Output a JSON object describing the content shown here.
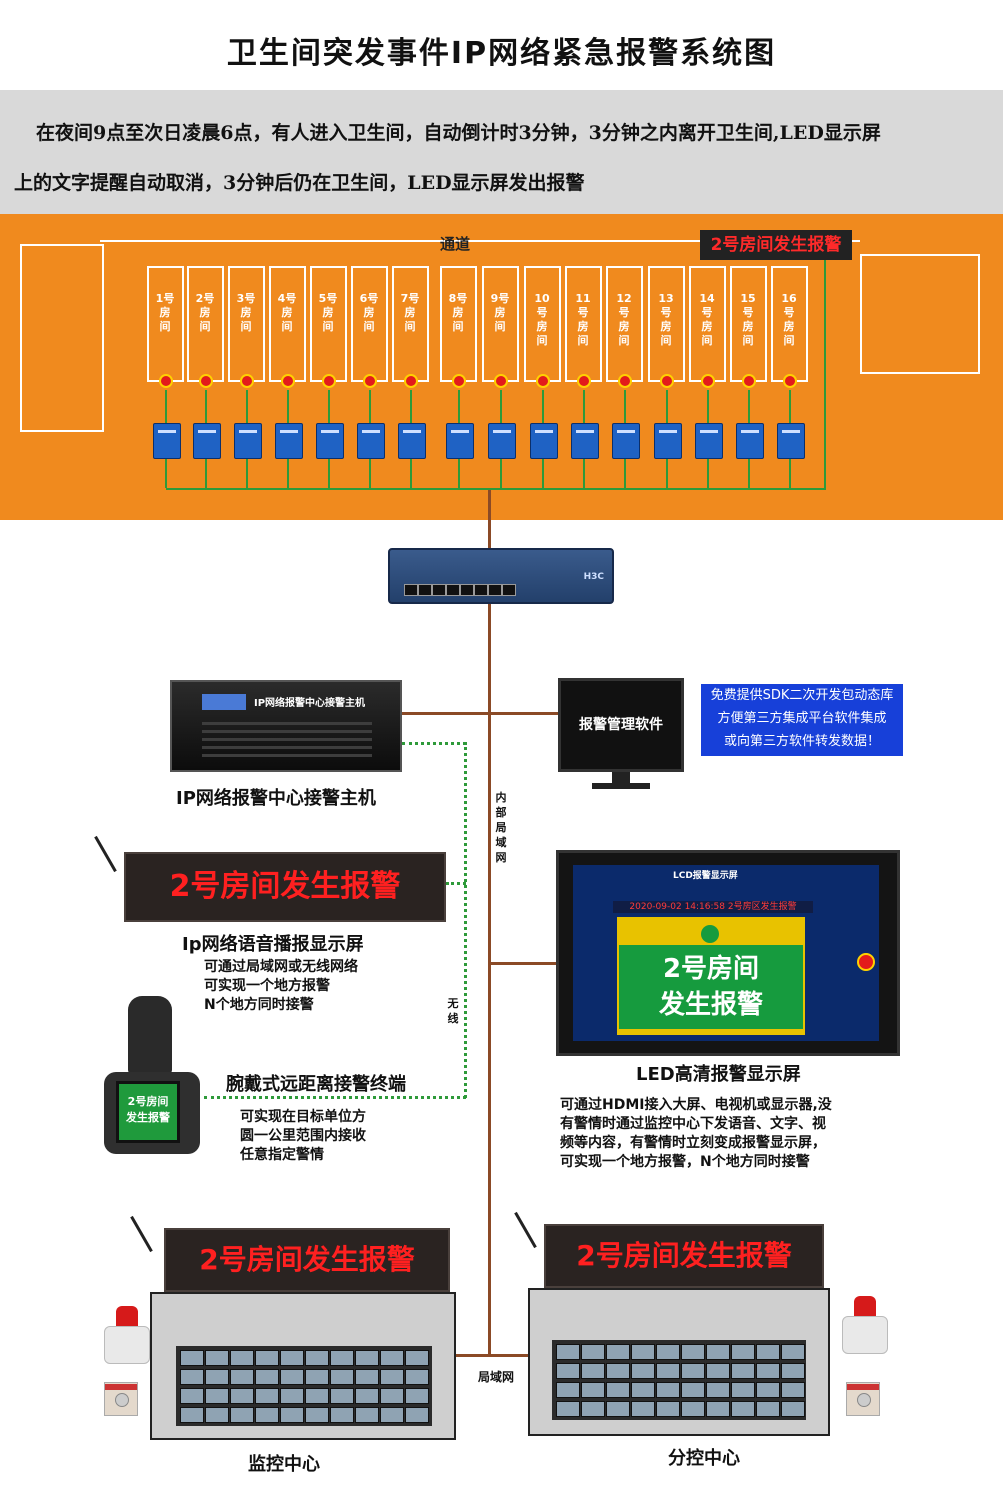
{
  "title": "卫生间突发事件IP网络紧急报警系统图",
  "description": {
    "line1": "在夜间9点至次日凌晨6点，有人进入卫生间，自动倒计时3分钟，3分钟之内离开卫生间,LED显示屏",
    "line2": "上的文字提醒自动取消，3分钟后仍在卫生间，LED显示屏发出报警"
  },
  "floorplan": {
    "corridor": "通道",
    "alarm_tag": "2号房间发生报警",
    "rooms": [
      "1号房间",
      "2号房间",
      "3号房间",
      "4号房间",
      "5号房间",
      "6号房间",
      "7号房间",
      "8号房间",
      "9号房间",
      "10号房间",
      "11号房间",
      "12号房间",
      "13号房间",
      "14号房间",
      "15号房间",
      "16号房间"
    ]
  },
  "switch": {
    "brand": "H3C"
  },
  "host": {
    "panel_label": "IP网络报警中心接警主机",
    "caption": "IP网络报警中心接警主机"
  },
  "software": {
    "screen_label": "报警管理软件",
    "free_lines": [
      "免费提供SDK二次开发包动态库",
      "方便第三方集成平台软件集成",
      "或向第三方软件转发数据！"
    ]
  },
  "lan_label": "内部局域网",
  "wireless_label": "无线",
  "voice_display": {
    "text": "2号房间发生报警",
    "caption": "Ip网络语音播报显示屏",
    "notes": [
      "可通过局域网或无线网络",
      "可实现一个地方报警",
      "N个地方同时接警"
    ]
  },
  "led_display": {
    "header": "LCD报警显示屏",
    "timestamp": "2020-09-02 14:16:58   2号房区发生报警",
    "message_line1": "2号房间",
    "message_line2": "发生报警",
    "caption": "LED高清报警显示屏",
    "notes": [
      "可通过HDMI接入大屏、电视机或显示器,没",
      "有警情时通过监控中心下发语音、文字、视",
      "频等内容，有警情时立刻变成报警显示屏，",
      "可实现一个地方报警，N个地方同时接警"
    ]
  },
  "watch": {
    "screen_line1": "2号房间",
    "screen_line2": "发生报警",
    "caption": "腕戴式远距离接警终端",
    "notes": [
      "可实现在目标单位方",
      "圆一公里范围内接收",
      "任意指定警情"
    ]
  },
  "monitor_center": {
    "led_text": "2号房间发生报警",
    "caption": "监控中心"
  },
  "sub_center": {
    "led_text": "2号房间发生报警",
    "caption": "分控中心"
  },
  "lan_bottom_label": "局域网",
  "colors": {
    "floor": "#f08a1e",
    "wire_brown": "#8b4a26",
    "wire_green": "#2e9a3a",
    "led_red": "#ff2020",
    "alarm_green": "#169b3e",
    "info_blue": "#1740d9"
  }
}
